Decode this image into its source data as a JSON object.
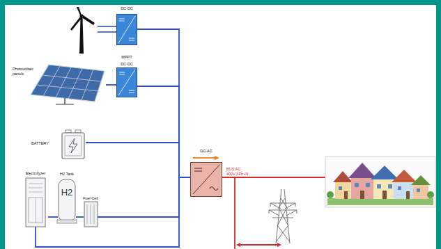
{
  "diagram": {
    "nodes": [
      {
        "text": [
          "DC-DC"
        ]
      },
      {
        "text": [
          "Photovoltaic panels"
        ]
      },
      {
        "text": [
          "MPPT",
          "DC-DC"
        ]
      },
      {
        "text": [
          "BATTERY"
        ]
      },
      {
        "text": [
          "H2 Tank",
          "H2"
        ]
      },
      {
        "text": [
          "Electrolyzer"
        ]
      },
      {
        "text": [
          "Fuel Cell"
        ]
      },
      {
        "text": [
          "DC-AC"
        ]
      }
    ],
    "edges": [
      {
        "from": 1,
        "to": 2,
        "arrow": "none"
      },
      {
        "from": 0,
        "to": 7,
        "arrow": "none"
      },
      {
        "from": 2,
        "to": 7,
        "arrow": "none"
      },
      {
        "from": 3,
        "to": 7,
        "arrow": "none"
      },
      {
        "from": 5,
        "to": 4,
        "arrow": "none"
      },
      {
        "from": 4,
        "to": 6,
        "arrow": "none"
      },
      {
        "from": 6,
        "to": 7,
        "arrow": "none"
      },
      {
        "from": 5,
        "to": 7,
        "arrow": "none"
      }
    ],
    "labels": [
      "BUS AC",
      "400V 3Ph+N"
    ]
  }
}
